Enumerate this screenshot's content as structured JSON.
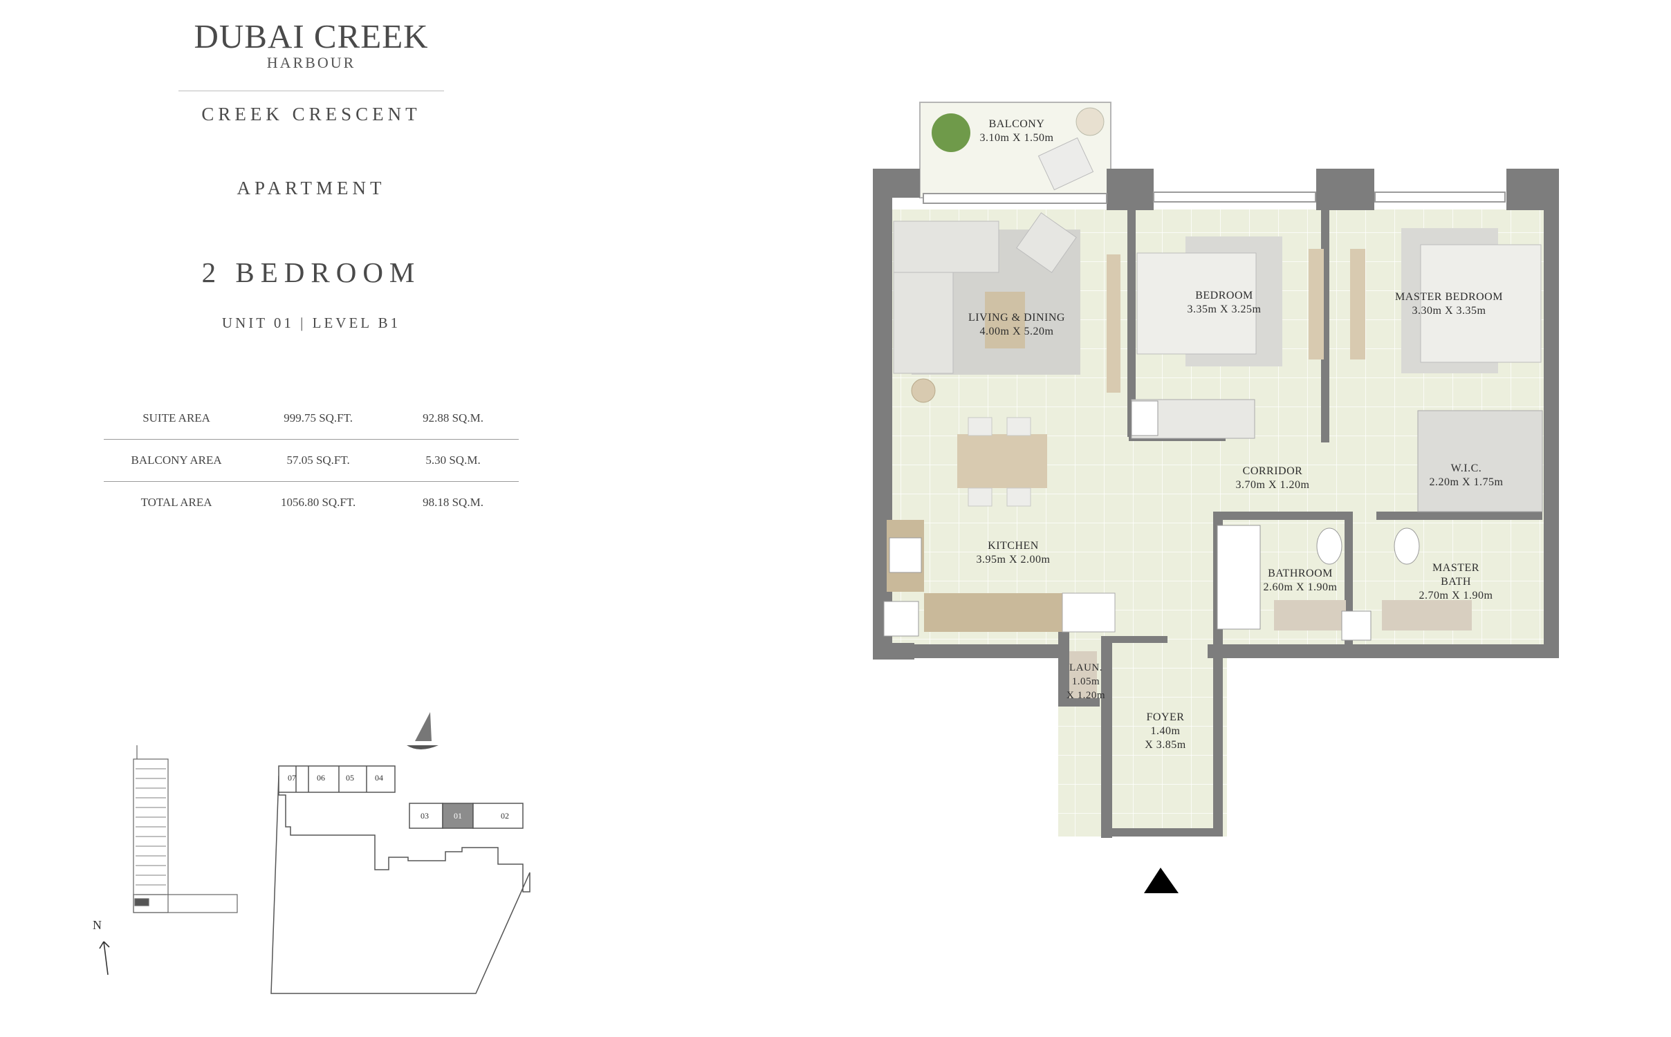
{
  "header": {
    "brand_line1": "DUBAI CREEK",
    "brand_line2": "HARBOUR",
    "project": "CREEK CRESCENT",
    "property_type": "APARTMENT",
    "bedrooms": "2 BEDROOM",
    "unit": "UNIT 01 | LEVEL B1"
  },
  "area_table": {
    "rows": [
      {
        "label": "SUITE AREA",
        "sqft": "999.75 SQ.FT.",
        "sqm": "92.88 SQ.M."
      },
      {
        "label": "BALCONY AREA",
        "sqft": "57.05 SQ.FT.",
        "sqm": "5.30 SQ.M."
      },
      {
        "label": "TOTAL AREA",
        "sqft": "1056.80 SQ.FT.",
        "sqm": "98.18 SQ.M."
      }
    ]
  },
  "rooms": {
    "balcony": {
      "name": "BALCONY",
      "size": "3.10m X 1.50m"
    },
    "living": {
      "name": "LIVING & DINING",
      "size": "4.00m X 5.20m"
    },
    "bedroom": {
      "name": "BEDROOM",
      "size": "3.35m X 3.25m"
    },
    "master_bedroom": {
      "name": "MASTER BEDROOM",
      "size": "3.30m X 3.35m"
    },
    "corridor": {
      "name": "CORRIDOR",
      "size": "3.70m X 1.20m"
    },
    "wic": {
      "name": "W.I.C.",
      "size": "2.20m X 1.75m"
    },
    "kitchen": {
      "name": "KITCHEN",
      "size": "3.95m X 2.00m"
    },
    "bathroom": {
      "name": "BATHROOM",
      "size": "2.60m X 1.90m"
    },
    "master_bath": {
      "name_line1": "MASTER",
      "name_line2": "BATH",
      "size": "2.70m X 1.90m"
    },
    "laundry": {
      "name": "LAUN.",
      "size_line1": "1.05m",
      "size_line2": "X 1.20m"
    },
    "foyer": {
      "name": "FOYER",
      "size_line1": "1.40m",
      "size_line2": "X 3.85m"
    }
  },
  "key_plan": {
    "north_label": "N",
    "units_top": [
      "07",
      "06",
      "05",
      "04"
    ],
    "units_bottom": [
      "03",
      "01",
      "02"
    ],
    "highlighted_unit": "01"
  },
  "colors": {
    "wall": "#7d7d7d",
    "floor": "#eceedd",
    "wood": "#d8cab0",
    "rug": "#d0d0cc",
    "highlight_unit": "#8c8c8c"
  }
}
